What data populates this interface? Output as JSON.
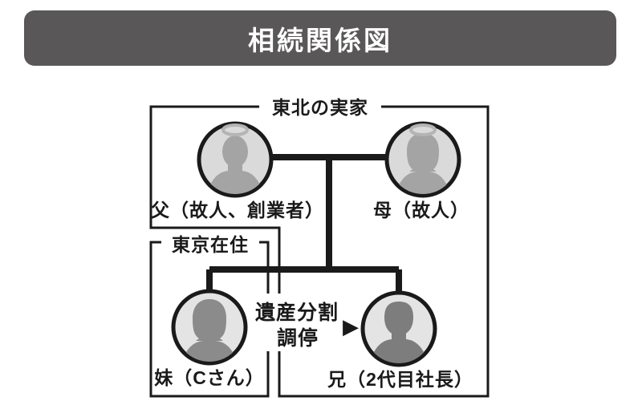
{
  "title": "相続関係図",
  "groups": {
    "tohoku_home": "東北の実家",
    "tokyo_residence": "東京在住"
  },
  "people": {
    "father": "父（故人、創業者）",
    "mother": "母（故人）",
    "sister": "妹（Cさん）",
    "brother": "兄（2代目社長）"
  },
  "mediation": {
    "line1": "遺産分割",
    "line2": "調停"
  },
  "icons": {
    "arrow_right": "▶",
    "father_avatar": "deceased-man-silhouette-with-halo",
    "mother_avatar": "deceased-woman-silhouette-with-halo",
    "sister_avatar": "woman-silhouette",
    "brother_avatar": "man-silhouette"
  },
  "colors": {
    "background": "#ffffff",
    "header_bg": "#595757",
    "header_text": "#ffffff",
    "line": "#1a1a1a",
    "avatar_fill_parents": "#dadada",
    "avatar_fill_siblings": "#e4e4e4",
    "silhouette_parents": "#a5a4a4",
    "silhouette_sister": "#8c8b8b",
    "silhouette_brother": "#7e7d7d",
    "halo": "#b5b4b4"
  }
}
